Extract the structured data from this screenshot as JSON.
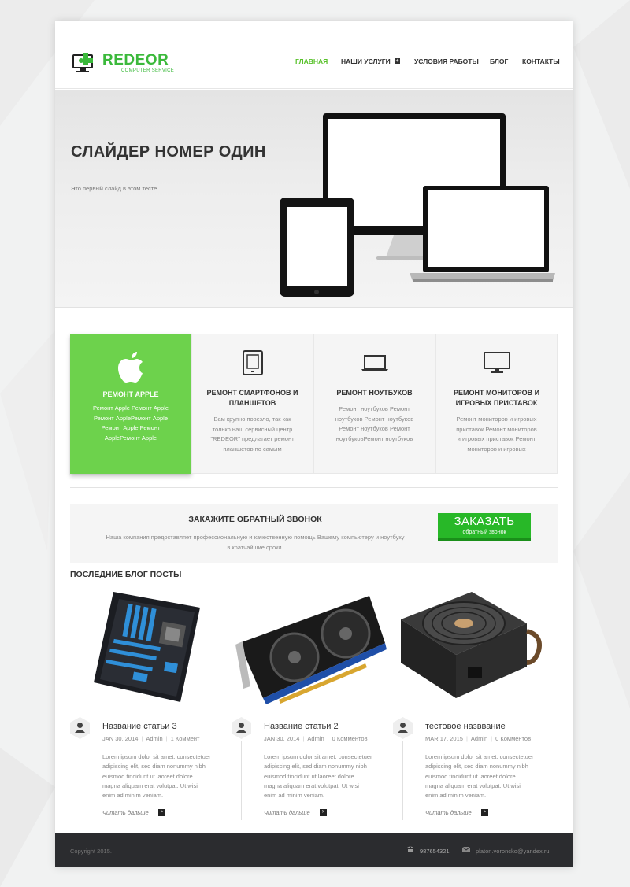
{
  "logo": {
    "title": "REDEOR",
    "subtitle": "COMPUTER SERVICE"
  },
  "nav": {
    "items": [
      {
        "label": "ГЛАВНАЯ",
        "active": true
      },
      {
        "label": "НАШИ УСЛУГИ",
        "has_submenu": true
      },
      {
        "label": "УСЛОВИЯ РАБОТЫ"
      },
      {
        "label": "БЛОГ"
      },
      {
        "label": "КОНТАКТЫ"
      }
    ],
    "submenu_icon": "plus-icon"
  },
  "slider": {
    "title": "СЛАЙДЕР НОМЕР ОДИН",
    "text": "Это первый слайд в этом тесте"
  },
  "services": [
    {
      "icon": "apple-icon",
      "title": "РЕМОНТ APPLE",
      "lines": [
        "Ремонт Apple Ремонт Apple",
        "Ремонт AppleРемонт Apple",
        "Ремонт Apple Ремонт",
        "AppleРемонт Apple"
      ],
      "highlight": true
    },
    {
      "icon": "tablet-icon",
      "title_lines": [
        "РЕМОНТ СМАРТФОНОВ И",
        "ПЛАНШЕТОВ"
      ],
      "lines": [
        "Вам крупно повезло, так как",
        "только наш сервисный центр",
        "\"REDEOR\" предлагает ремонт",
        "планшетов по самым"
      ]
    },
    {
      "icon": "laptop-icon",
      "title_lines": [
        "РЕМОНТ НОУТБУКОВ"
      ],
      "lines": [
        "Ремонт ноутбуков Ремонт",
        "ноутбуков Ремонт ноутбуков",
        "Ремонт ноутбуков Ремонт",
        "ноутбуковРемонт ноутбуков"
      ]
    },
    {
      "icon": "monitor-icon",
      "title_lines": [
        "РЕМОНТ МОНИТОРОВ И",
        "ИГРОВЫХ ПРИСТАВОК"
      ],
      "lines": [
        "Ремонт мониторов и игровых",
        "приставок Ремонт мониторов",
        "и игровых приставок Ремонт",
        "мониторов и игровых"
      ]
    }
  ],
  "callback": {
    "title": "ЗАКАЖИТЕ ОБРАТНЫЙ ЗВОНОК",
    "text_lines": [
      "Наша компания предоставляет профессиональную и качественную помощь Вашему компьютеру и ноутбуку",
      "в кратчайшие сроки."
    ],
    "button_main": "ЗАКАЗАТЬ",
    "button_sub": "обратный звонок"
  },
  "blog": {
    "heading": "ПОСЛЕДНИЕ БЛОГ ПОСТЫ",
    "read_more": "Читать дальше",
    "read_more_icon": ">",
    "body_lines": [
      "Lorem ipsum dolor sit amet, consectetuer",
      "adipiscing elit, sed diam nonummy nibh",
      "euismod tincidunt ut laoreet dolore",
      "magna aliquam erat volutpat. Ut wisi",
      "enim ad minim veniam."
    ],
    "posts": [
      {
        "title": "Название статьи 3",
        "date": "JAN 30, 2014",
        "author": "Admin",
        "comments": "1 Коммент",
        "image": "motherboard-image"
      },
      {
        "title": "Название статьи 2",
        "date": "JAN 30, 2014",
        "author": "Admin",
        "comments": "0 Комментов",
        "image": "graphics-card-image"
      },
      {
        "title": "тестовое назввание",
        "date": "MAR 17, 2015",
        "author": "Admin",
        "comments": "0 Комментов",
        "image": "power-supply-image"
      }
    ]
  },
  "footer": {
    "copyright": "Copyright 2015.",
    "phone": "987654321",
    "email": "platon.voroncko@yandex.ru"
  },
  "colors": {
    "accent": "#6dd24c",
    "button": "#28b828",
    "footer": "#2b2c2f"
  }
}
